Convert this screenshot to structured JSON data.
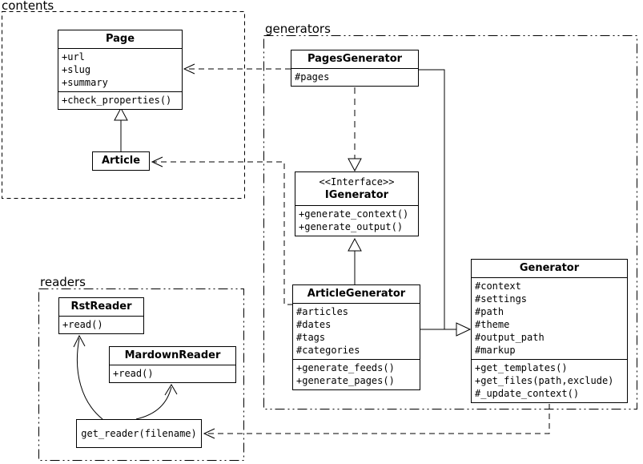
{
  "diagram": {
    "type": "uml-class-diagram",
    "background_color": "#ffffff",
    "line_color": "#000000"
  },
  "packages": {
    "contents": {
      "label": "contents"
    },
    "generators": {
      "label": "generators"
    },
    "readers": {
      "label": "readers"
    }
  },
  "classes": {
    "page": {
      "name": "Page",
      "attributes": [
        "+url",
        "+slug",
        "+summary"
      ],
      "methods": [
        "+check_properties()"
      ]
    },
    "article": {
      "name": "Article"
    },
    "pages_generator": {
      "name": "PagesGenerator",
      "attributes": [
        "#pages"
      ]
    },
    "igenerator": {
      "stereotype": "<<Interface>>",
      "name": "IGenerator",
      "methods": [
        "+generate_context()",
        "+generate_output()"
      ]
    },
    "article_generator": {
      "name": "ArticleGenerator",
      "attributes": [
        "#articles",
        "#dates",
        "#tags",
        "#categories"
      ],
      "methods": [
        "+generate_feeds()",
        "+generate_pages()"
      ]
    },
    "generator": {
      "name": "Generator",
      "attributes": [
        "#context",
        "#settings",
        "#path",
        "#theme",
        "#output_path",
        "#markup"
      ],
      "methods": [
        "+get_templates()",
        "+get_files(path,exclude)",
        "#_update_context()"
      ]
    },
    "rst_reader": {
      "name": "RstReader",
      "methods": [
        "+read()"
      ]
    },
    "markdown_reader": {
      "name": "MardownReader",
      "methods": [
        "+read()"
      ]
    },
    "get_reader": {
      "label": "get_reader(filename)"
    }
  },
  "relationships": [
    "Article --|> Page",
    "PagesGenerator ..> Page",
    "ArticleGenerator ..> Article",
    "PagesGenerator ..|> IGenerator",
    "ArticleGenerator --|> IGenerator",
    "PagesGenerator --|> Generator",
    "ArticleGenerator --|> Generator",
    "Generator ..> get_reader(filename)",
    "get_reader(filename) --> RstReader",
    "get_reader(filename) --> MardownReader"
  ]
}
